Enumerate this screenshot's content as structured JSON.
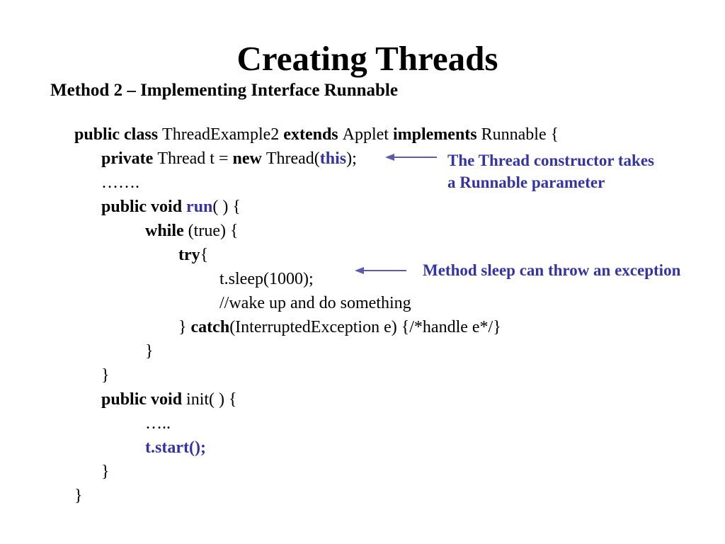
{
  "slide": {
    "title": "Creating Threads",
    "subtitle": "Method 2 – Implementing Interface Runnable"
  },
  "colors": {
    "background": "#ffffff",
    "text_black": "#000000",
    "code_blue": "#3333a6",
    "arrow_blue": "#5b5bb0"
  },
  "code": {
    "lines": [
      {
        "indent": 0,
        "segs": [
          {
            "t": "public class ",
            "s": "b"
          },
          {
            "t": "ThreadExample2 "
          },
          {
            "t": "extends ",
            "s": "b"
          },
          {
            "t": "Applet "
          },
          {
            "t": "implements ",
            "s": "b"
          },
          {
            "t": "Runnable {"
          }
        ]
      },
      {
        "indent": 1,
        "segs": [
          {
            "t": "private ",
            "s": "b"
          },
          {
            "t": "Thread t = "
          },
          {
            "t": "new ",
            "s": "b"
          },
          {
            "t": "Thread("
          },
          {
            "t": "this",
            "s": "bb"
          },
          {
            "t": ");"
          }
        ]
      },
      {
        "indent": 1,
        "segs": [
          {
            "t": "……."
          }
        ]
      },
      {
        "indent": 1,
        "segs": [
          {
            "t": "public void ",
            "s": "b"
          },
          {
            "t": "run",
            "s": "bb"
          },
          {
            "t": "( ) {"
          }
        ]
      },
      {
        "indent": 2,
        "segs": [
          {
            "t": "while ",
            "s": "b"
          },
          {
            "t": "(true) {"
          }
        ]
      },
      {
        "indent": 3,
        "segs": [
          {
            "t": "try",
            "s": "b"
          },
          {
            "t": "{"
          }
        ]
      },
      {
        "indent": 4,
        "segs": [
          {
            "t": "t.sleep(1000);"
          }
        ]
      },
      {
        "indent": 4,
        "segs": [
          {
            "t": "//wake up and do something"
          }
        ]
      },
      {
        "indent": 3,
        "segs": [
          {
            "t": "} "
          },
          {
            "t": "catch",
            "s": "b"
          },
          {
            "t": "(InterruptedException e) {/*handle e*/}"
          }
        ]
      },
      {
        "indent": 2,
        "segs": [
          {
            "t": "}"
          }
        ]
      },
      {
        "indent": 1,
        "segs": [
          {
            "t": "}"
          }
        ]
      },
      {
        "indent": 1,
        "segs": [
          {
            "t": "public void ",
            "s": "b"
          },
          {
            "t": "init( ) {"
          }
        ]
      },
      {
        "indent": 2,
        "segs": [
          {
            "t": "….."
          }
        ]
      },
      {
        "indent": 2,
        "segs": [
          {
            "t": "t.start();",
            "s": "bb"
          }
        ]
      },
      {
        "indent": 1,
        "segs": [
          {
            "t": "}"
          }
        ]
      },
      {
        "indent": 0,
        "segs": [
          {
            "t": "}"
          }
        ]
      }
    ]
  },
  "annotations": [
    {
      "lines": [
        "The Thread constructor takes",
        "a Runnable parameter"
      ]
    },
    {
      "lines": [
        "Method sleep can throw an exception"
      ]
    }
  ]
}
